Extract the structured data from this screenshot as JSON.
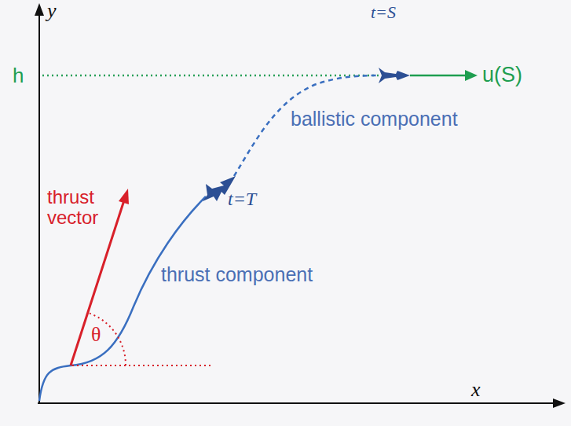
{
  "diagram": {
    "labels": [
      "y",
      "x",
      "h",
      "t=S",
      "u(S)",
      "ballistic component",
      "thrust vector",
      "t=T",
      "thrust component",
      "θ"
    ]
  }
}
